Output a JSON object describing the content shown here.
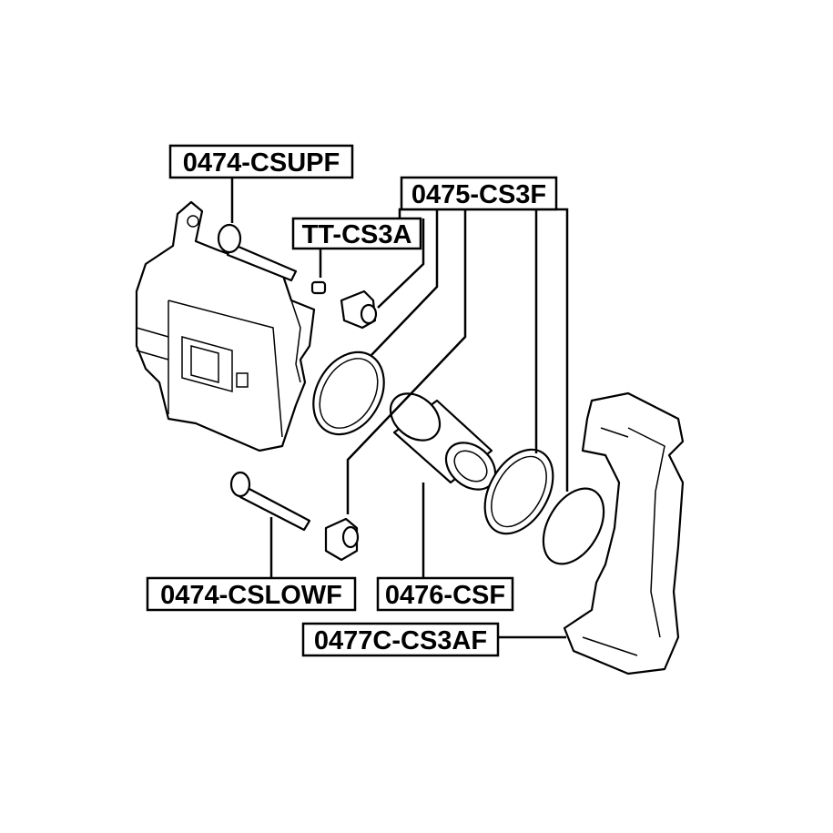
{
  "labels": {
    "upper_pin": "0474-CSUPF",
    "seal_kit": "0475-CS3F",
    "boot": "TT-CS3A",
    "lower_pin": "0474-CSLOWF",
    "piston": "0476-CSF",
    "bracket": "0477C-CS3AF"
  }
}
